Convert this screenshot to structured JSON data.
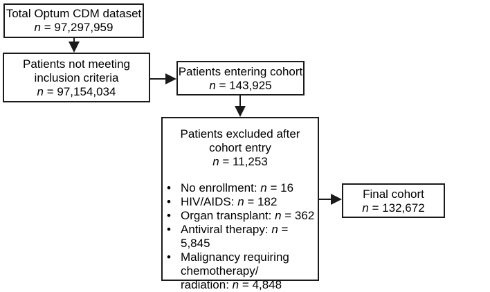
{
  "boxes": {
    "total": {
      "title": "Total Optum CDM dataset",
      "n_prefix": "n",
      "n_value": "= 97,297,959"
    },
    "not_meeting": {
      "title_line1": "Patients not meeting",
      "title_line2": "inclusion criteria",
      "n_prefix": "n",
      "n_value": "= 97,154,034"
    },
    "entering": {
      "title": "Patients entering cohort",
      "n_prefix": "n",
      "n_value": "= 143,925"
    },
    "excluded": {
      "title_line1": "Patients excluded after",
      "title_line2": "cohort entry",
      "n_prefix": "n",
      "n_value": "= 11,253",
      "items": [
        {
          "label": "No enrollment: ",
          "n_prefix": "n",
          "n_value": " = 16"
        },
        {
          "label": "HIV/AIDS: ",
          "n_prefix": "n",
          "n_value": " = 182"
        },
        {
          "label": "Organ transplant: ",
          "n_prefix": "n",
          "n_value": " = 362"
        },
        {
          "label": "Antiviral therapy: ",
          "n_prefix": "n",
          "n_value": " = 5,845"
        },
        {
          "label_line1": "Malignancy requiring",
          "label_line2": "chemotherapy/",
          "label_line3": "radiation: ",
          "n_prefix": "n",
          "n_value": " = 4,848"
        }
      ]
    },
    "final": {
      "title": "Final cohort",
      "n_prefix": "n",
      "n_value": "= 132,672"
    }
  },
  "colors": {
    "line": "#1a1a1a",
    "background": "#ffffff"
  }
}
